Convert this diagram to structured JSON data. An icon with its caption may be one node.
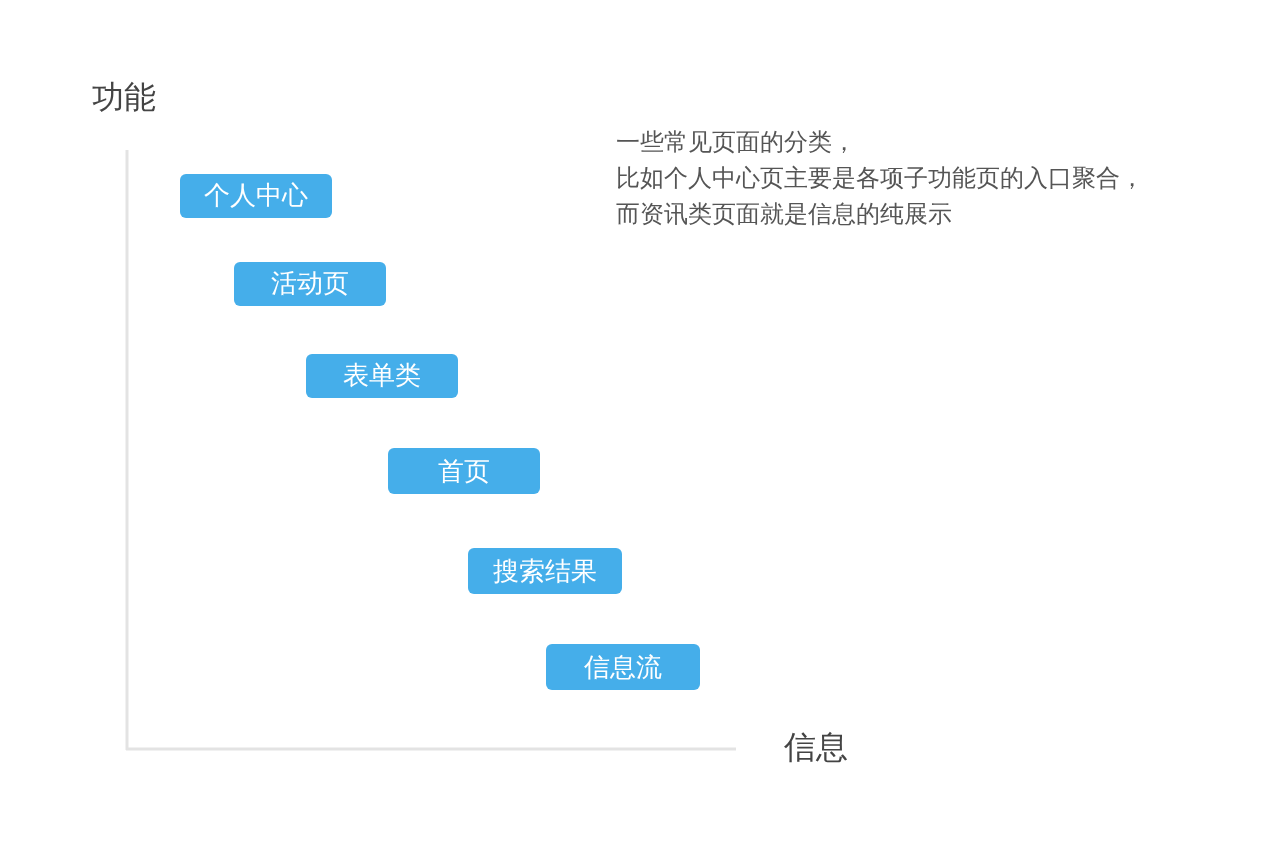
{
  "diagram": {
    "nodes": [
      {
        "text": [
          "个人中心"
        ]
      },
      {
        "text": [
          "活动页"
        ]
      },
      {
        "text": [
          "表单类"
        ]
      },
      {
        "text": [
          "首页"
        ]
      },
      {
        "text": [
          "搜索结果"
        ]
      },
      {
        "text": [
          "信息流"
        ]
      }
    ],
    "labels": [
      "功能",
      "一些常见页面的分类，",
      "比如个人中心页主要是各项子功能页的入口聚合，",
      "而资讯类页面就是信息的纯展示",
      "信息"
    ]
  }
}
